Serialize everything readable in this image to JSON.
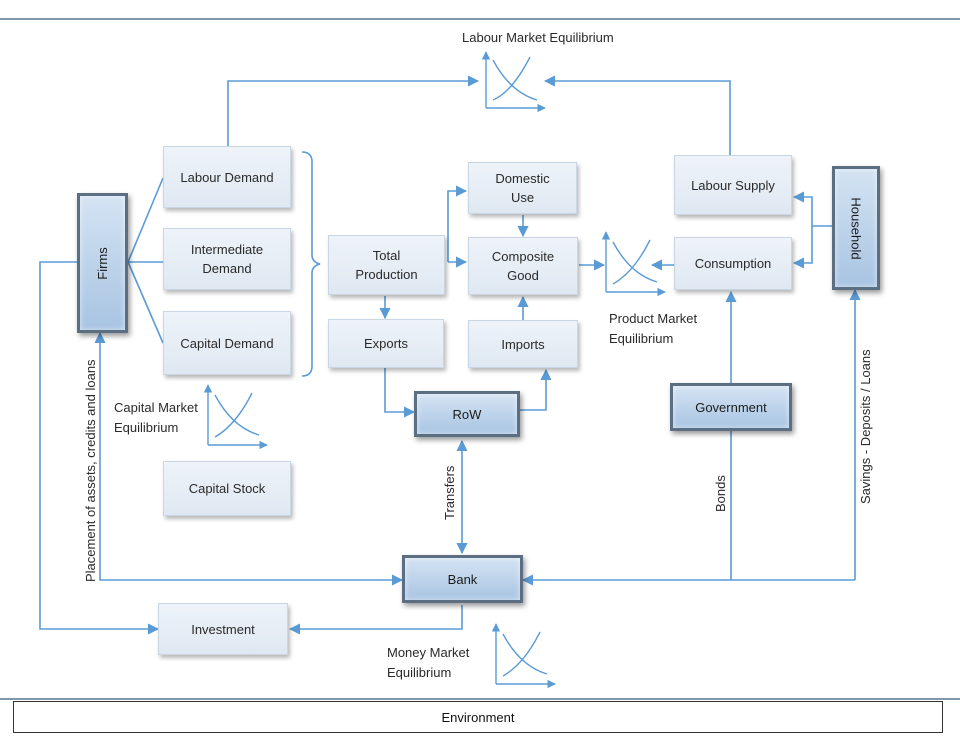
{
  "nodes": {
    "firms": "Firms",
    "household": "Household",
    "labour_demand": "Labour Demand",
    "intermediate_demand": "Intermediate\nDemand",
    "capital_demand": "Capital Demand",
    "total_production": "Total\nProduction",
    "domestic_use": "Domestic\nUse",
    "composite_good": "Composite\nGood",
    "exports": "Exports",
    "imports": "Imports",
    "row": "RoW",
    "labour_supply": "Labour Supply",
    "consumption": "Consumption",
    "government": "Government",
    "capital_stock": "Capital Stock",
    "bank": "Bank",
    "investment": "Investment",
    "environment": "Environment"
  },
  "labels": {
    "labour_market": "Labour Market Equilibrium",
    "product_market": "Product Market\nEquilibrium",
    "capital_market": "Capital Market\nEquilibrium",
    "money_market": "Money Market\nEquilibrium",
    "transfers": "Transfers",
    "bonds": "Bonds",
    "savings": "Savings - Deposits / Loans",
    "placement": "Placement of assets, credits and loans"
  },
  "colors": {
    "arrow": "#5b9bd5",
    "frame": "#7f97ad"
  }
}
